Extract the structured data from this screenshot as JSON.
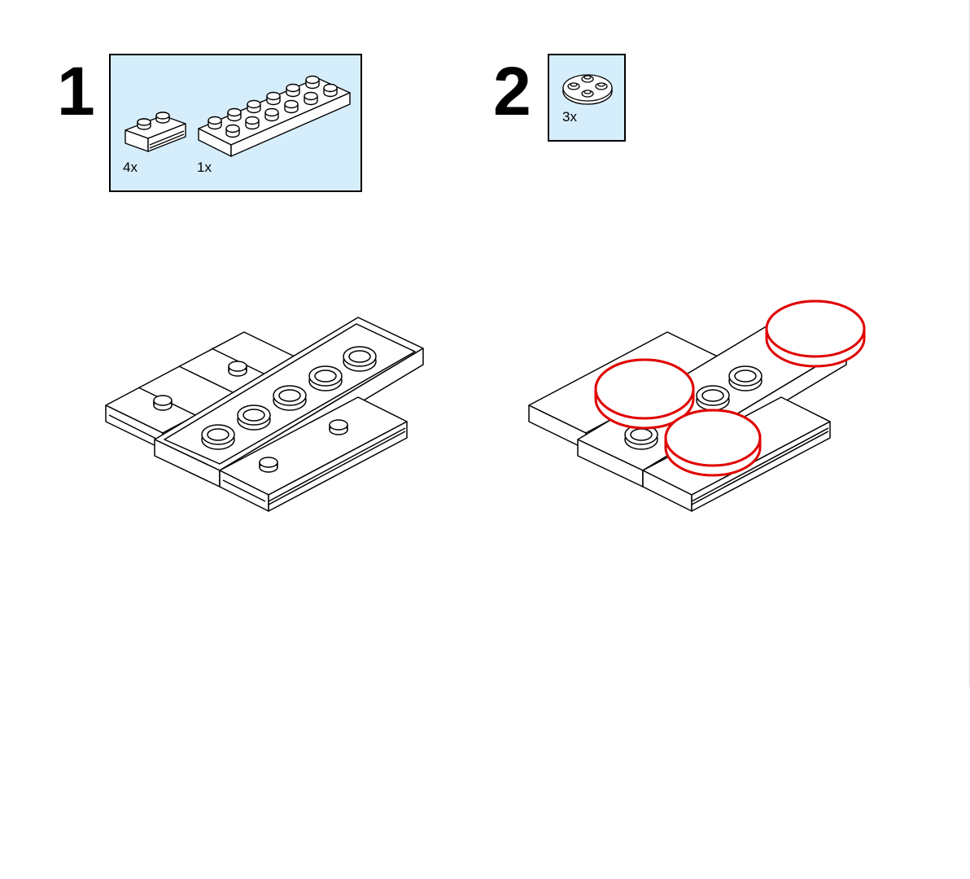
{
  "steps": [
    {
      "number": "1",
      "parts": [
        {
          "name": "plate-1x2-with-rail",
          "quantity": "4x"
        },
        {
          "name": "plate-2x6",
          "quantity": "1x"
        }
      ]
    },
    {
      "number": "2",
      "parts": [
        {
          "name": "round-plate-2x2",
          "quantity": "3x"
        }
      ]
    }
  ],
  "colors": {
    "parts_box_bg": "#d6eefb",
    "highlight": "#e00000",
    "line": "#000000"
  }
}
